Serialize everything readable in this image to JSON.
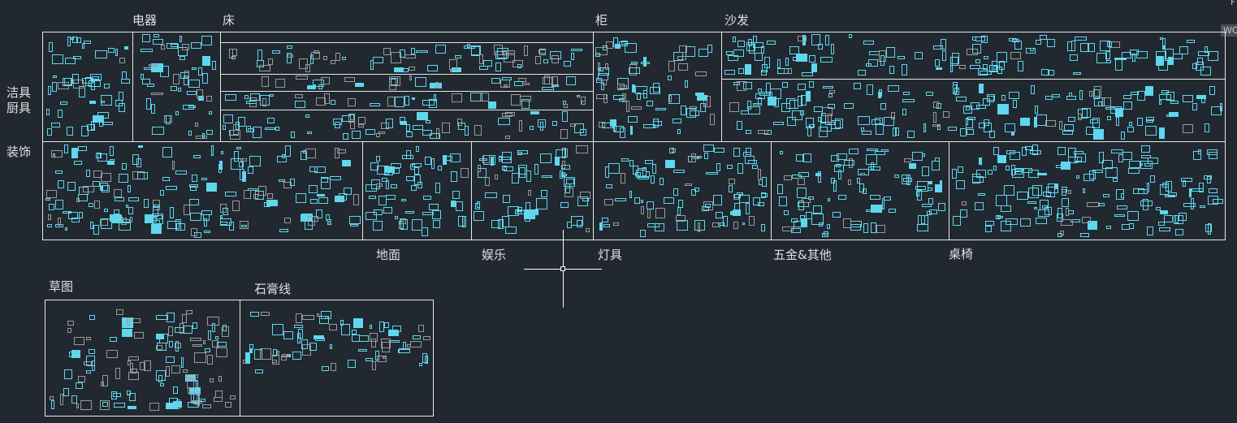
{
  "viewport": {
    "wcs_label": "WCS",
    "corner_label": "F"
  },
  "categories": {
    "electrical": "电器",
    "bed": "床",
    "cabinet": "柜",
    "sofa": "沙发",
    "sanitary": "洁具",
    "kitchen": "厨具",
    "decoration": "装饰",
    "floor": "地面",
    "entertainment": "娱乐",
    "lighting": "灯具",
    "hardware": "五金&其他",
    "tables_chairs": "桌椅",
    "sketch": "草图",
    "plaster_line": "石膏线"
  },
  "colors": {
    "background": "#212830",
    "frame": "#e8e8e8",
    "block_cyan": "#5fd7ee",
    "block_grey": "#9a9a9a"
  }
}
